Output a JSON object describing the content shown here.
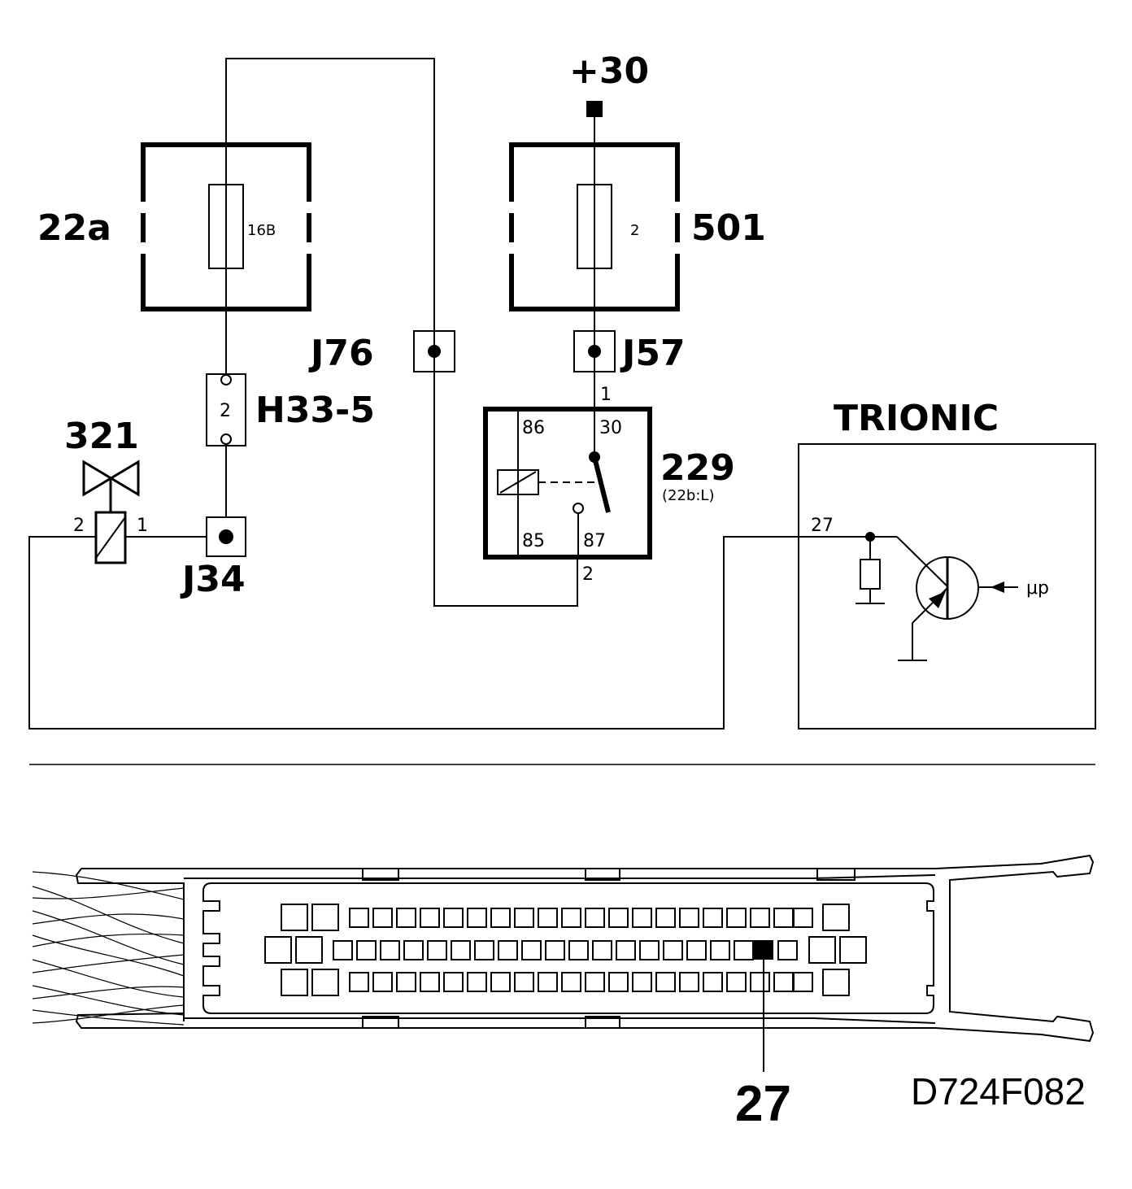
{
  "diagram": {
    "supply_label": "+30",
    "fuse_block_a": {
      "label": "22a",
      "fuse_label": "16B"
    },
    "fuse_block_b": {
      "label": "501",
      "fuse_label": "2"
    },
    "connector_j76": "J76",
    "connector_j57": "J57",
    "connector_h33": {
      "label": "H33-5",
      "pin": "2"
    },
    "connector_j34": "J34",
    "valve": {
      "label": "321",
      "pin_left": "2",
      "pin_right": "1"
    },
    "relay": {
      "label": "229",
      "sublabel": "(22b:L)",
      "terminal_86": "86",
      "terminal_30": "30",
      "terminal_85": "85",
      "terminal_87": "87",
      "pin_in": "1",
      "pin_out": "2"
    },
    "ecu": {
      "title": "TRIONIC",
      "pin": "27",
      "signal": "μp"
    }
  },
  "connector_view": {
    "highlighted_pin": "27",
    "reference": "D724F082"
  }
}
